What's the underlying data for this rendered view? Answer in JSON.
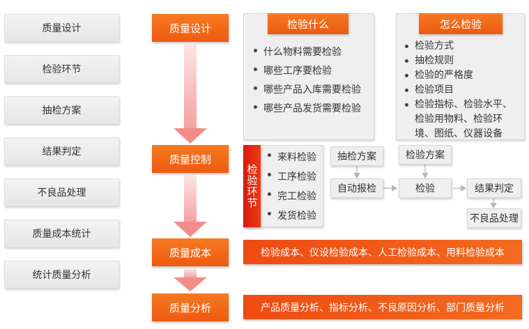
{
  "nav": {
    "items": [
      "质量设计",
      "检验环节",
      "抽检方案",
      "结果判定",
      "不良品处理",
      "质量成本统计",
      "统计质量分析"
    ]
  },
  "stages": [
    "质量设计",
    "质量控制",
    "质量成本",
    "质量分析"
  ],
  "what_to_inspect": {
    "title": "检验什么",
    "items": [
      "什么物料需要检验",
      "哪些工序要检验",
      "哪些产品入库需要检验",
      "哪些产品发货需要检验"
    ]
  },
  "how_to_inspect": {
    "title": "怎么检验",
    "items": [
      "检验方式",
      "抽检规则",
      "检验的严格度",
      "检验项目",
      "检验指标、检验水平、检验用物料、检验环境、图纸、仪器设备"
    ]
  },
  "inspection_stage": {
    "label": "检验环节",
    "items": [
      "来料检验",
      "工序检验",
      "完工检验",
      "发货检验"
    ]
  },
  "flow": {
    "sampling_plan_1": "抽检方案",
    "sampling_plan_2": "检验方案",
    "auto_report": "自动报检",
    "inspect": "检验",
    "judge": "结果判定",
    "defect": "不良品处理"
  },
  "cost_banner": "检验成本、仪设检验成本、人工检验成本、用料检验成本",
  "analysis_banner": "产品质量分析、指标分析、不良原因分析、部门质量分析",
  "colors": {
    "accent_orange": "#f06418",
    "accent_red": "#dc1f10",
    "arrow_pink": "#f48b8b",
    "panel_grey": "#efefef"
  }
}
